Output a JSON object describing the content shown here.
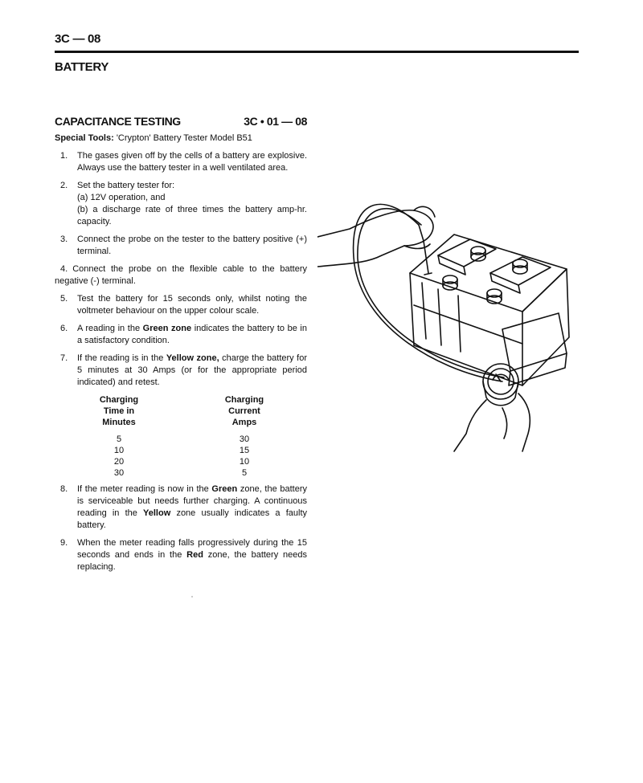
{
  "header": {
    "page_number": "3C — 08",
    "section": "BATTERY"
  },
  "heading": {
    "title": "CAPACITANCE TESTING",
    "reference": "3C • 01 — 08"
  },
  "special_tools": {
    "label": "Special Tools:",
    "text": " 'Crypton' Battery Tester Model B51"
  },
  "steps": [
    {
      "num": "1.",
      "text": "The gases given off by the cells of a battery are explosive. Always use the battery tester in a well ventilated area."
    },
    {
      "num": "2.",
      "line1": "Set the battery tester for:",
      "line2": "(a) 12V operation, and",
      "line3": "(b) a discharge rate of three times the battery amp-hr. capacity."
    },
    {
      "num": "3.",
      "text": "Connect the probe on the tester to the battery positive (+) terminal."
    },
    {
      "num": "4.",
      "text": "Connect the probe on the flexible cable to the battery negative (-) terminal."
    },
    {
      "num": "5.",
      "text": "Test the battery for 15 seconds only, whilst noting the voltmeter behaviour on the upper colour scale."
    },
    {
      "num": "6.",
      "pre": "A reading in the ",
      "bold": "Green zone",
      "post": " indicates the battery to be in a satisfactory condition."
    },
    {
      "num": "7.",
      "pre": "If the reading is in the ",
      "bold": "Yellow zone,",
      "post": " charge the battery for 5 minutes at 30 Amps (or for the appropriate period indicated) and retest."
    },
    {
      "num": "8.",
      "pre": "If the meter reading is now in the ",
      "bold": "Green",
      "mid": " zone, the battery is serviceable but needs further charging. A continuous reading in the ",
      "bold2": "Yellow",
      "post": " zone usually indicates a faulty battery."
    },
    {
      "num": "9.",
      "pre": "When the meter reading falls progressively during the 15 seconds and ends in the ",
      "bold": "Red",
      "post": " zone, the battery needs replacing."
    }
  ],
  "charging_table": {
    "col1_header": [
      "Charging",
      "Time in",
      "Minutes"
    ],
    "col2_header": [
      "Charging",
      "Current",
      "Amps"
    ],
    "rows": [
      {
        "minutes": "5",
        "amps": "30"
      },
      {
        "minutes": "10",
        "amps": "15"
      },
      {
        "minutes": "20",
        "amps": "10"
      },
      {
        "minutes": "30",
        "amps": "5"
      }
    ]
  }
}
